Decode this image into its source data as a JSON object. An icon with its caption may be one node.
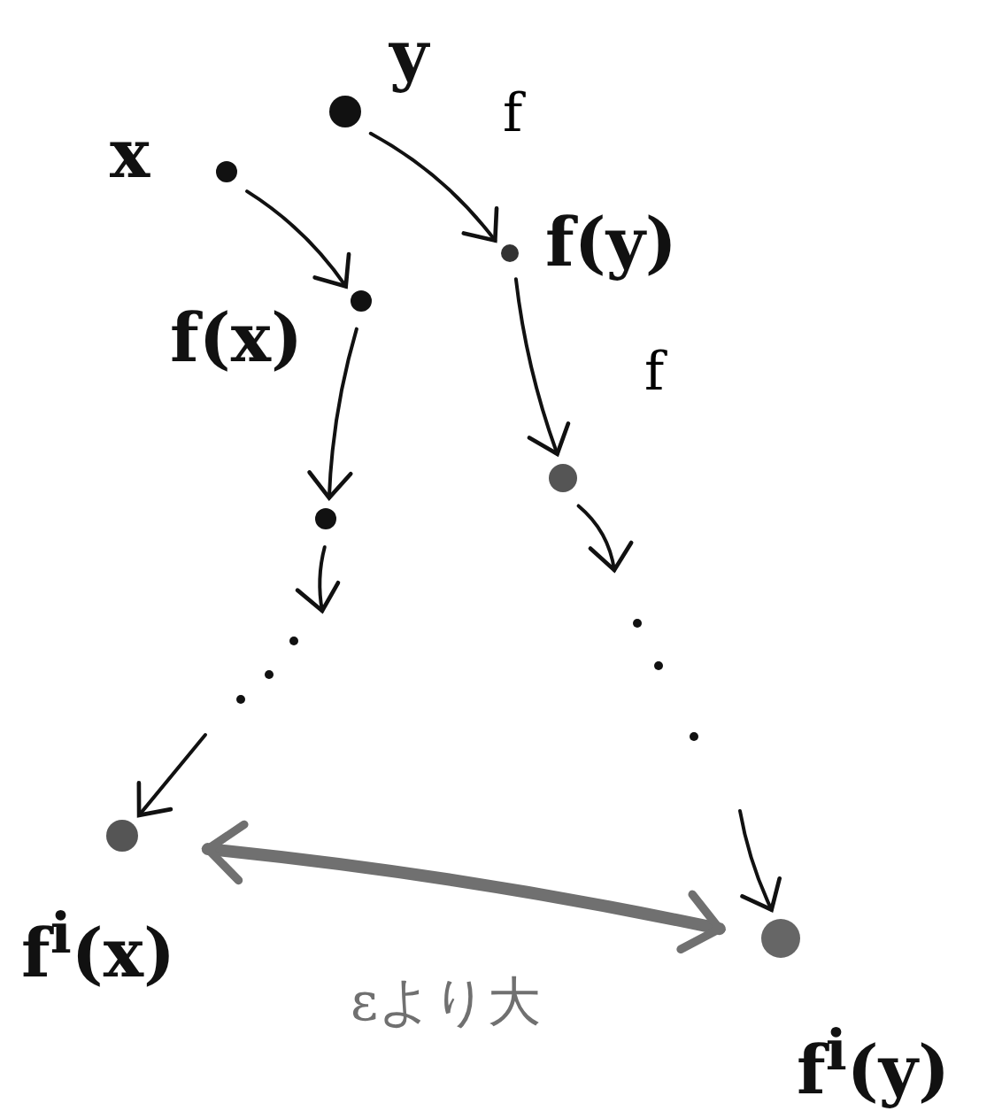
{
  "diagram": {
    "nodes": [
      {
        "text": [],
        "shape": "circle",
        "beside": [
          "y"
        ]
      },
      {
        "text": [],
        "shape": "circle",
        "beside": [
          "x"
        ]
      },
      {
        "text": [],
        "shape": "circle",
        "beside": [
          "f(y)"
        ]
      },
      {
        "text": [],
        "shape": "circle",
        "beside": [
          "f(x)"
        ]
      },
      {
        "text": [],
        "shape": "circle"
      },
      {
        "text": [],
        "shape": "circle"
      },
      {
        "text": [],
        "shape": "circle",
        "beside": [
          "f$^{i}$(x)"
        ]
      },
      {
        "text": [],
        "shape": "circle",
        "beside": [
          "f$^{i}$(y)"
        ]
      }
    ],
    "edges": [
      {
        "from": 0,
        "to": 2,
        "arrow": "to",
        "label": "f"
      },
      {
        "from": 1,
        "to": 3,
        "arrow": "to"
      },
      {
        "from": 2,
        "to": 5,
        "arrow": "to",
        "label": "f"
      },
      {
        "from": 3,
        "to": 4,
        "arrow": "to"
      },
      {
        "from": 4,
        "to": null,
        "arrow": "to"
      },
      {
        "from": 5,
        "to": null,
        "arrow": "to"
      },
      {
        "from": null,
        "to": 6,
        "arrow": "to"
      },
      {
        "from": null,
        "to": 7,
        "arrow": "to"
      },
      {
        "from": 6,
        "to": 7,
        "arrow": "both",
        "style": "thick",
        "color": "#707070",
        "label": "εより大"
      }
    ]
  }
}
